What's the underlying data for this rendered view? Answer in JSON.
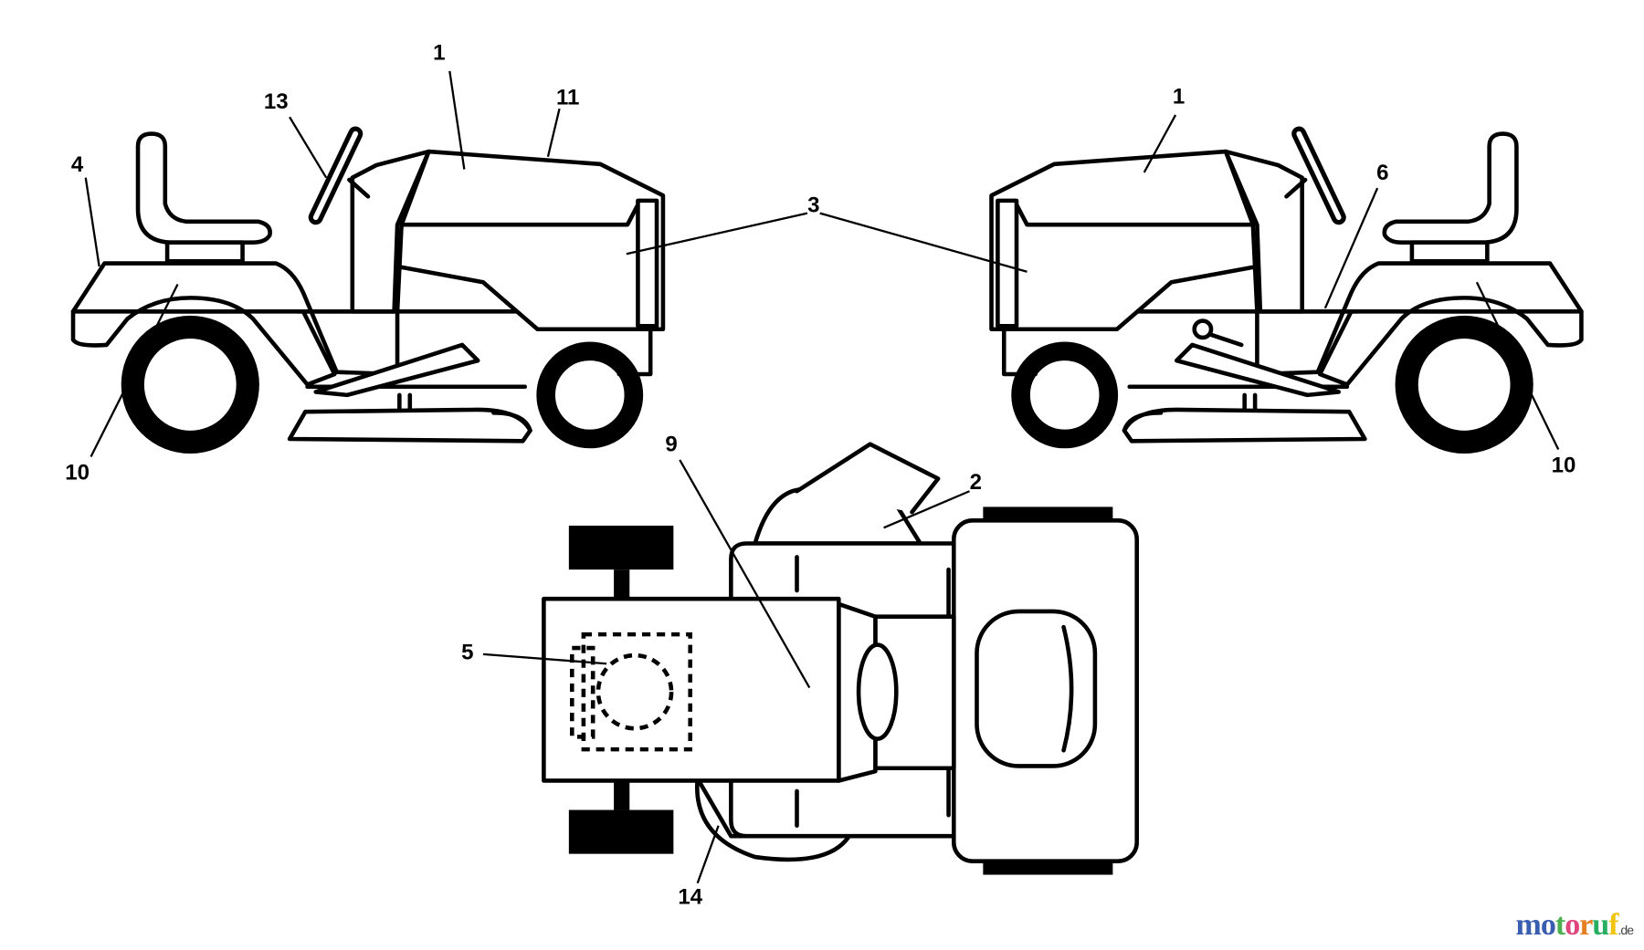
{
  "callouts": {
    "left_hood": "1",
    "left_hood_top": "11",
    "left_steering": "13",
    "left_fender": "4",
    "left_wheel": "10",
    "shared_side": "3",
    "right_hood": "1",
    "right_frame": "6",
    "right_wheel": "10",
    "top_deck": "9",
    "top_chute": "2",
    "top_seat": "5",
    "top_deck_bottom": "14"
  },
  "watermark": "motoruf",
  "watermark_tld": ".de",
  "watermark_colors": [
    "#3a5fb0",
    "#3a5fb0",
    "#4caf50",
    "#e0457b",
    "#e67e22",
    "#27ae60",
    "#f1c40f"
  ]
}
